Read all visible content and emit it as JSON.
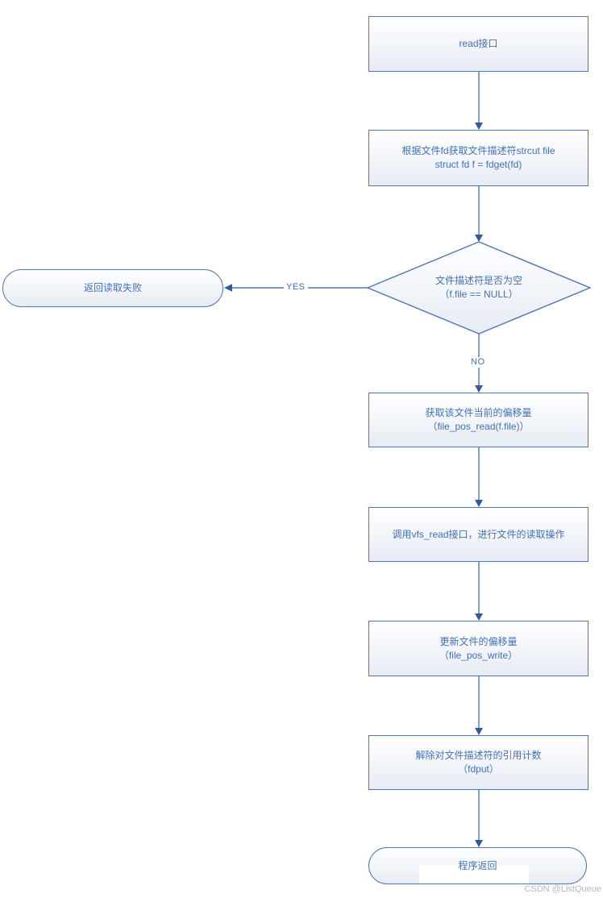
{
  "diagram_title": "read syscall flowchart",
  "nodes": {
    "start": {
      "label": "read接口"
    },
    "getfd": {
      "line1": "根据文件fd获取文件描述符strcut file",
      "line2": "struct fd f = fdget(fd)"
    },
    "check": {
      "line1": "文件描述符是否为空",
      "line2": "（f.file == NULL）"
    },
    "fail": {
      "label": "返回读取失败"
    },
    "getpos": {
      "line1": "获取该文件当前的偏移量",
      "line2": "（file_pos_read(f.file)）"
    },
    "vfsread": {
      "label": "调用vfs_read接口，进行文件的读取操作"
    },
    "updatepos": {
      "line1": "更新文件的偏移量",
      "line2": "（file_pos_write）"
    },
    "fdput": {
      "line1": "解除对文件描述符的引用计数",
      "line2": "（fdput）"
    },
    "end": {
      "label": "程序返回"
    }
  },
  "edges": {
    "yes": "YES",
    "no": "NO"
  },
  "watermark": {
    "text": "CSDN @ListQueue"
  },
  "colors": {
    "line": "#4c76b6",
    "arrow": "#2f5b9e",
    "text": "#4170b8",
    "fill_top": "#ffffff",
    "fill_bottom": "#e7ecf4",
    "watermark": "#b4b8c2"
  }
}
